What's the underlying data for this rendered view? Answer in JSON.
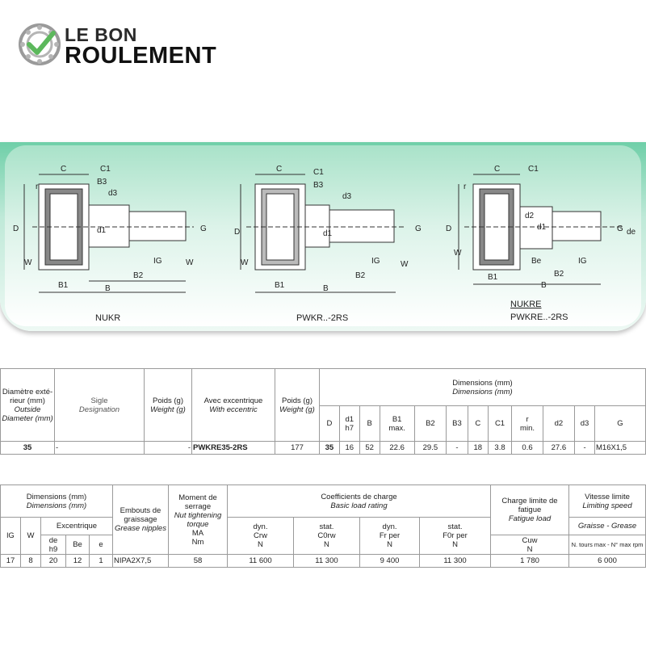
{
  "brand": {
    "line1": "LE BON",
    "line2": "ROULEMENT",
    "accent": "#5cb85c"
  },
  "drawings": {
    "nukr": "NUKR",
    "pwkr": "PWKR..-2RS",
    "nukre": "NUKRE",
    "pwkre": "PWKRE..-2RS",
    "dim_labels": [
      "C",
      "C1",
      "B3",
      "d3",
      "D",
      "d1",
      "G",
      "IG",
      "W",
      "B1",
      "B2",
      "B",
      "r",
      "d2",
      "Be",
      "de"
    ]
  },
  "table1": {
    "outside": "Diamètre exté-rieur (mm)",
    "outside_en": "Outside Diameter (mm)",
    "sigle": "Sigle",
    "designation": "Designation",
    "poids": "Poids (g)",
    "weight": "Weight (g)",
    "avec": "Avec excentrique",
    "with": "With eccentric",
    "poids2": "Poids (g)",
    "weight2": "Weight (g)",
    "dims": "Dimensions (mm)",
    "dims_en": "Dimensions (mm)",
    "cols": [
      "D",
      "d1",
      "B",
      "B1",
      "B2",
      "B3",
      "C",
      "C1",
      "r",
      "d2",
      "d3",
      "G"
    ],
    "subs": [
      "",
      "h7",
      "",
      "max.",
      "",
      "",
      "",
      "",
      "min.",
      "",
      "",
      ""
    ],
    "row": {
      "outside": "35",
      "sigle": "-",
      "poids": "-",
      "avec": "PWKRE35-2RS",
      "weight": "177",
      "vals": [
        "35",
        "16",
        "52",
        "22.6",
        "29.5",
        "-",
        "18",
        "3.8",
        "0.6",
        "27.6",
        "-",
        "M16X1,5"
      ]
    }
  },
  "table2": {
    "dims": "Dimensions (mm)",
    "dims_en": "Dimensions (mm)",
    "excentrique": "Excentrique",
    "embouts": "Embouts de graissage",
    "grease": "Grease nipples",
    "moment": "Moment de serrage",
    "torque": "Nut tightening torque",
    "ma": "MA",
    "nm": "Nm",
    "coef": "Coefficients de charge",
    "basic": "Basic load rating",
    "dyn1": "dyn.",
    "cr": "Crw",
    "n1": "N",
    "stat1": "stat.",
    "cor": "C0rw",
    "n2": "N",
    "dyn2": "dyn.",
    "fr": "Fr per",
    "n3": "N",
    "stat2": "stat.",
    "for": "F0r per",
    "n4": "N",
    "fatigue": "Charge limite de fatigue",
    "fatigue_en": "Fatigue load",
    "cu": "Cuw",
    "n5": "N",
    "vitesse": "Vitesse limite",
    "limiting": "Limiting speed",
    "graisse": "Graisse - Grease",
    "tours": "N. tours max - N° max rpm",
    "lg": "lG",
    "w": "W",
    "de": "de",
    "h9": "h9",
    "be": "Be",
    "e": "e",
    "row": [
      "17",
      "8",
      "20",
      "12",
      "1",
      "NIPA2X7,5",
      "58",
      "11 600",
      "11 300",
      "9 400",
      "11 300",
      "1 780",
      "6 000"
    ]
  }
}
